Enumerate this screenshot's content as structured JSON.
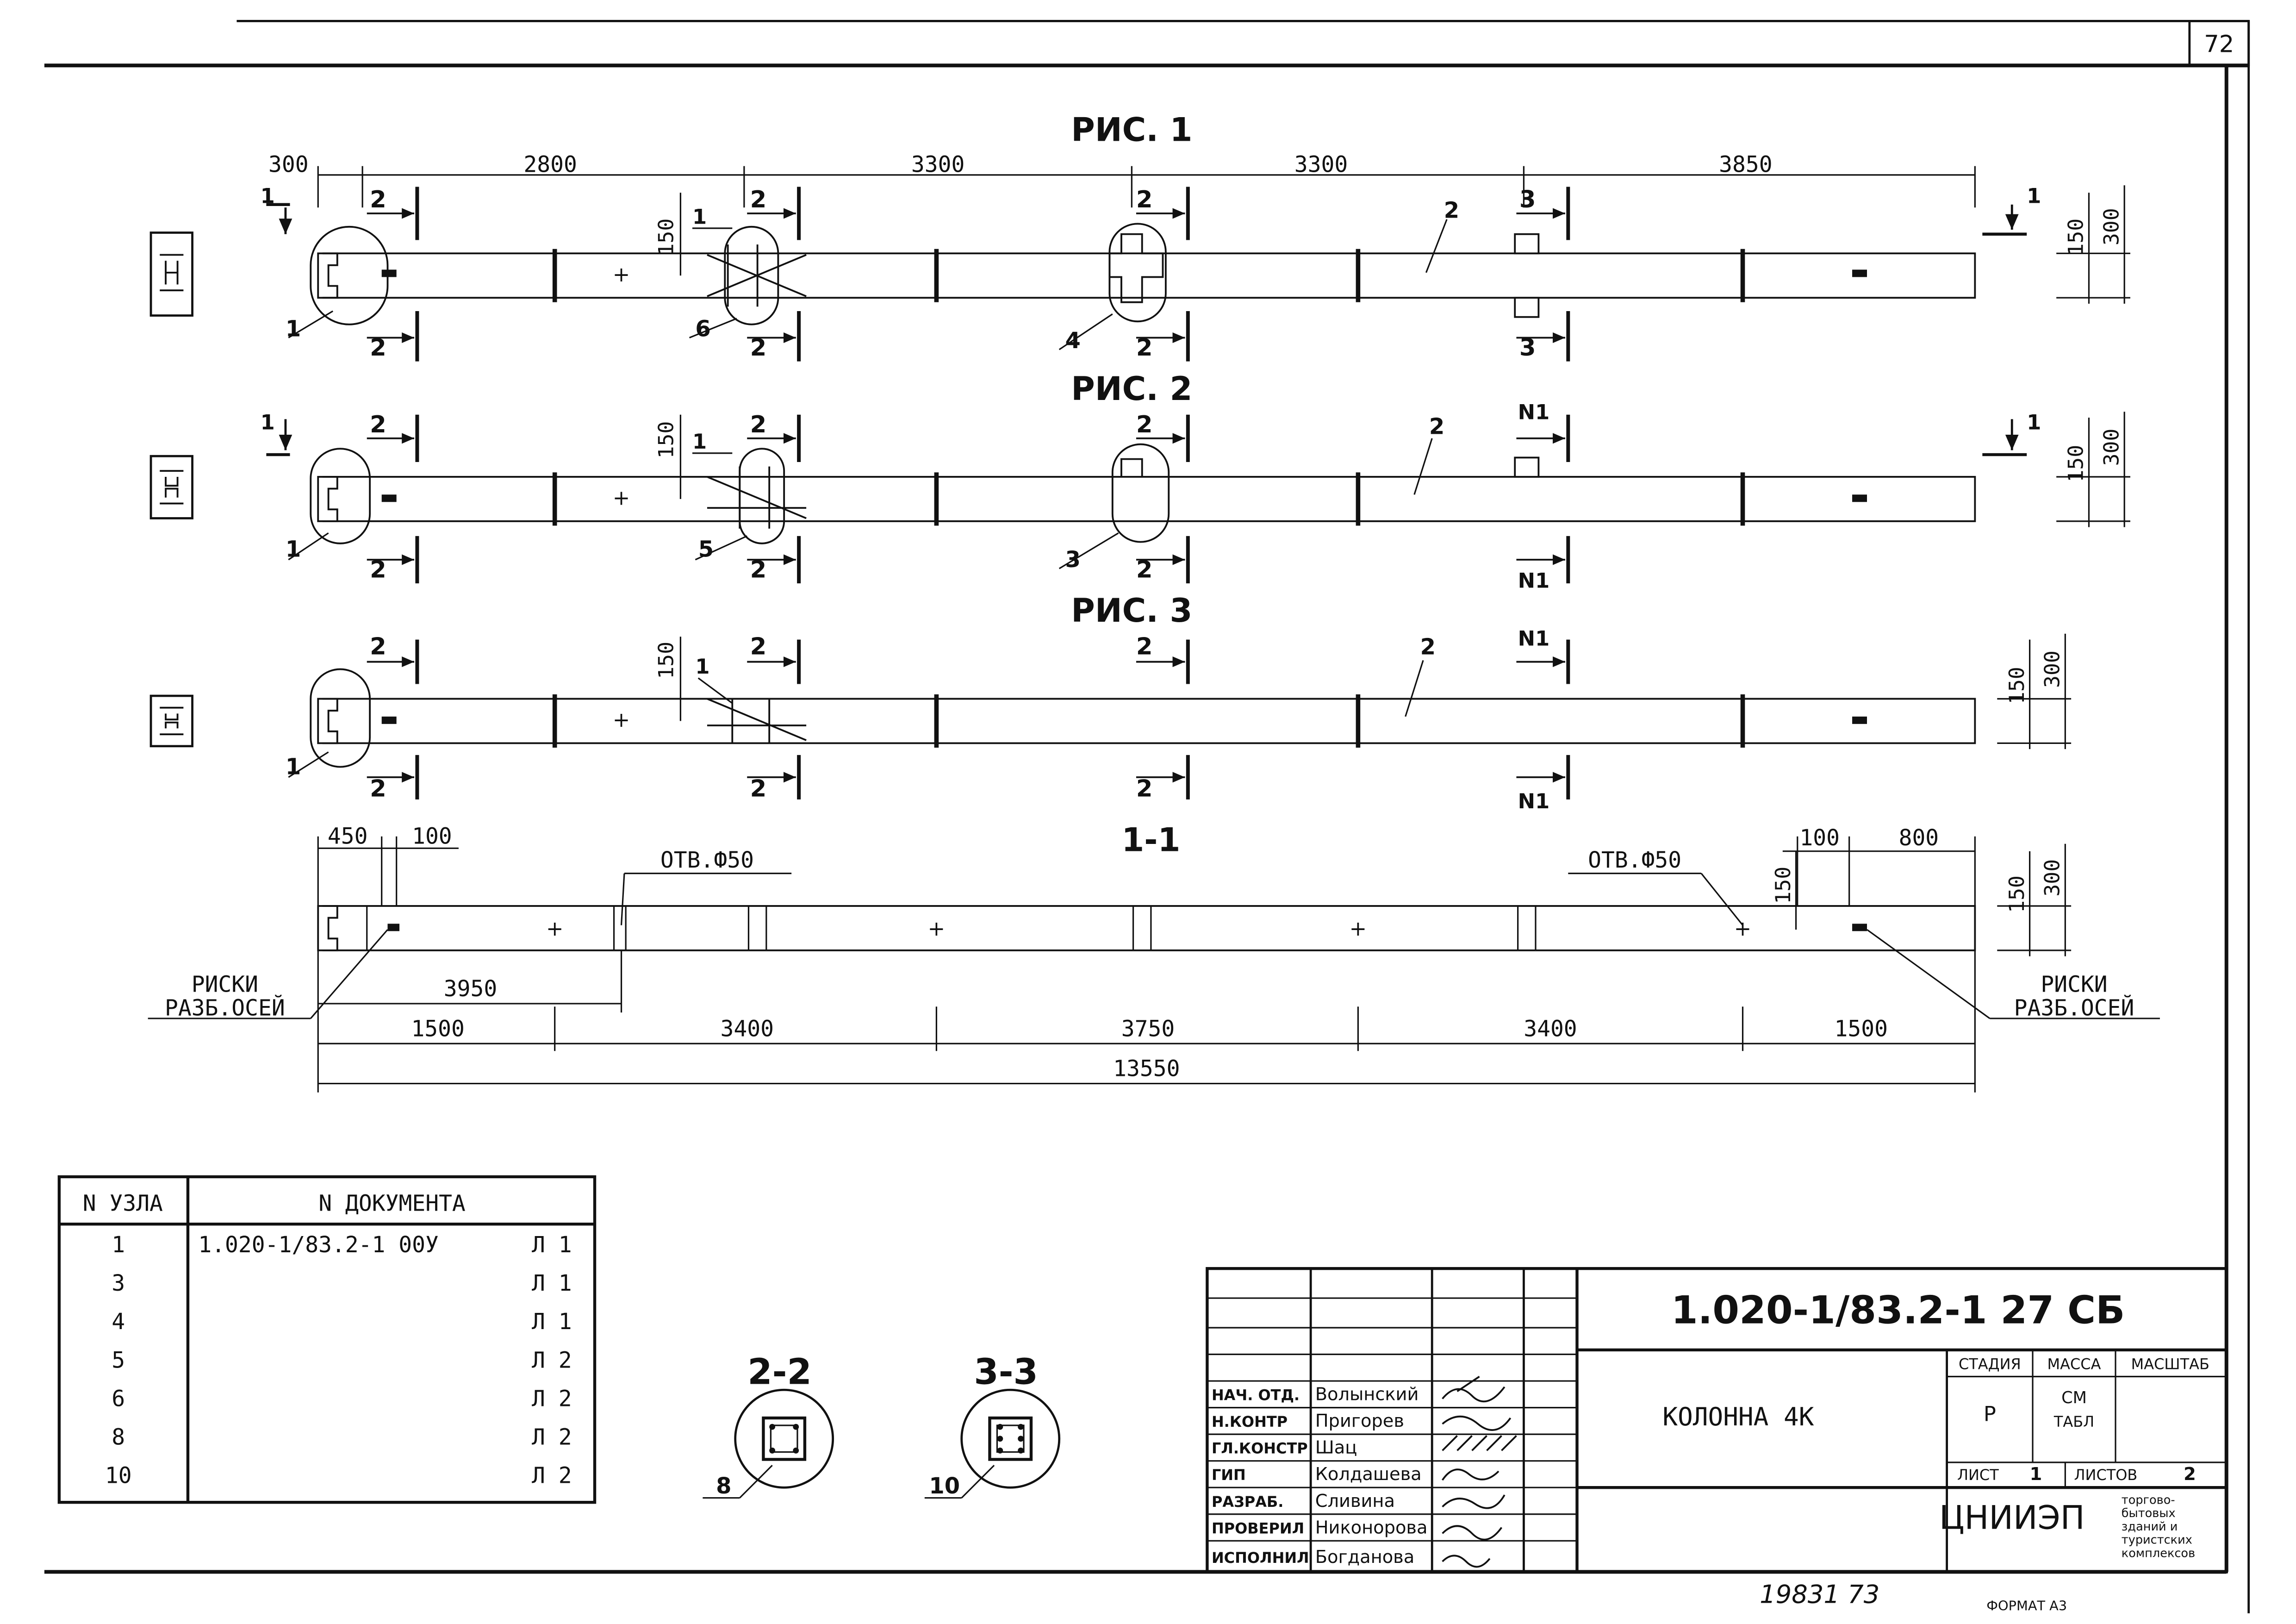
{
  "sheet_number": "72",
  "figures": [
    {
      "title": "РИС. 1",
      "dims_top": [
        "300",
        "2800",
        "3300",
        "3300",
        "3850"
      ],
      "dim_150": "150",
      "dim_300": "300",
      "section_1": "1",
      "section_2": "2",
      "section_3": "3",
      "callouts": [
        "1",
        "6",
        "4",
        "2"
      ]
    },
    {
      "title": "РИС. 2",
      "dim_150": "150",
      "dim_300": "300",
      "section_1": "1",
      "section_2": "2",
      "section_n": "N1",
      "callouts": [
        "1",
        "5",
        "3",
        "2"
      ]
    },
    {
      "title": "РИС. 3",
      "dim_150": "150",
      "dim_300": "300",
      "section_2": "2",
      "section_n": "N1",
      "callouts": [
        "1",
        "1",
        "2"
      ]
    }
  ],
  "section_view": {
    "title": "1-1",
    "dims_top_left": [
      "450",
      "100"
    ],
    "dims_top_right": [
      "100",
      "800"
    ],
    "hole_left": "ОТВ.Ф50",
    "hole_right": "ОТВ.Ф50",
    "marks_left": [
      "РИСКИ",
      "РАЗБ.ОСЕЙ"
    ],
    "marks_right": [
      "РИСКИ",
      "РАЗБ.ОСЕЙ"
    ],
    "dim_3950": "3950",
    "dims_bottom": [
      "1500",
      "3400",
      "3750",
      "3400",
      "1500"
    ],
    "dim_total": "13550",
    "dim_150": "150",
    "dim_300": "300"
  },
  "nodes_table": {
    "headers": [
      "N УЗЛА",
      "N ДОКУМЕНТА"
    ],
    "rows": [
      {
        "node": "1",
        "doc": "1.020-1/83.2-1 00У",
        "sheet": "Л 1"
      },
      {
        "node": "3",
        "doc": "",
        "sheet": "Л 1"
      },
      {
        "node": "4",
        "doc": "",
        "sheet": "Л 1"
      },
      {
        "node": "5",
        "doc": "",
        "sheet": "Л 2"
      },
      {
        "node": "6",
        "doc": "",
        "sheet": "Л 2"
      },
      {
        "node": "8",
        "doc": "",
        "sheet": "Л 2"
      },
      {
        "node": "10",
        "doc": "",
        "sheet": "Л 2"
      }
    ]
  },
  "cross_sections": [
    {
      "title": "2-2",
      "callout": "8"
    },
    {
      "title": "3-3",
      "callout": "10"
    }
  ],
  "title_block": {
    "doc_code": "1.020-1/83.2-1 27 СБ",
    "name": "КОЛОННА 4К",
    "stage_label": "СТАДИЯ",
    "mass_label": "МАССА",
    "scale_label": "МАСШТАБ",
    "stage_value": "Р",
    "mass_value": [
      "СМ",
      "ТАБЛ"
    ],
    "sheet_label": "ЛИСТ",
    "sheet_value": "1",
    "sheets_label": "ЛИСТОВ",
    "sheets_value": "2",
    "org": "ЦНИИЭП",
    "org_desc": [
      "торгово-",
      "бытовых",
      "зданий и",
      "туристских",
      "комплексов"
    ],
    "people": [
      {
        "role": "НАЧ. ОТД.",
        "name": "Волынский"
      },
      {
        "role": "Н.КОНТР",
        "name": "Пригорев"
      },
      {
        "role": "ГЛ.КОНСТР",
        "name": "Шац"
      },
      {
        "role": "ГИП",
        "name": "Колдашева"
      },
      {
        "role": "РАЗРАБ.",
        "name": "Сливина"
      },
      {
        "role": "ПРОВЕРИЛ",
        "name": "Никонорова"
      },
      {
        "role": "ИСПОЛНИЛ",
        "name": "Богданова"
      }
    ]
  },
  "bottom_note": "19831  73",
  "format_label": "ФОРМАТ А3"
}
